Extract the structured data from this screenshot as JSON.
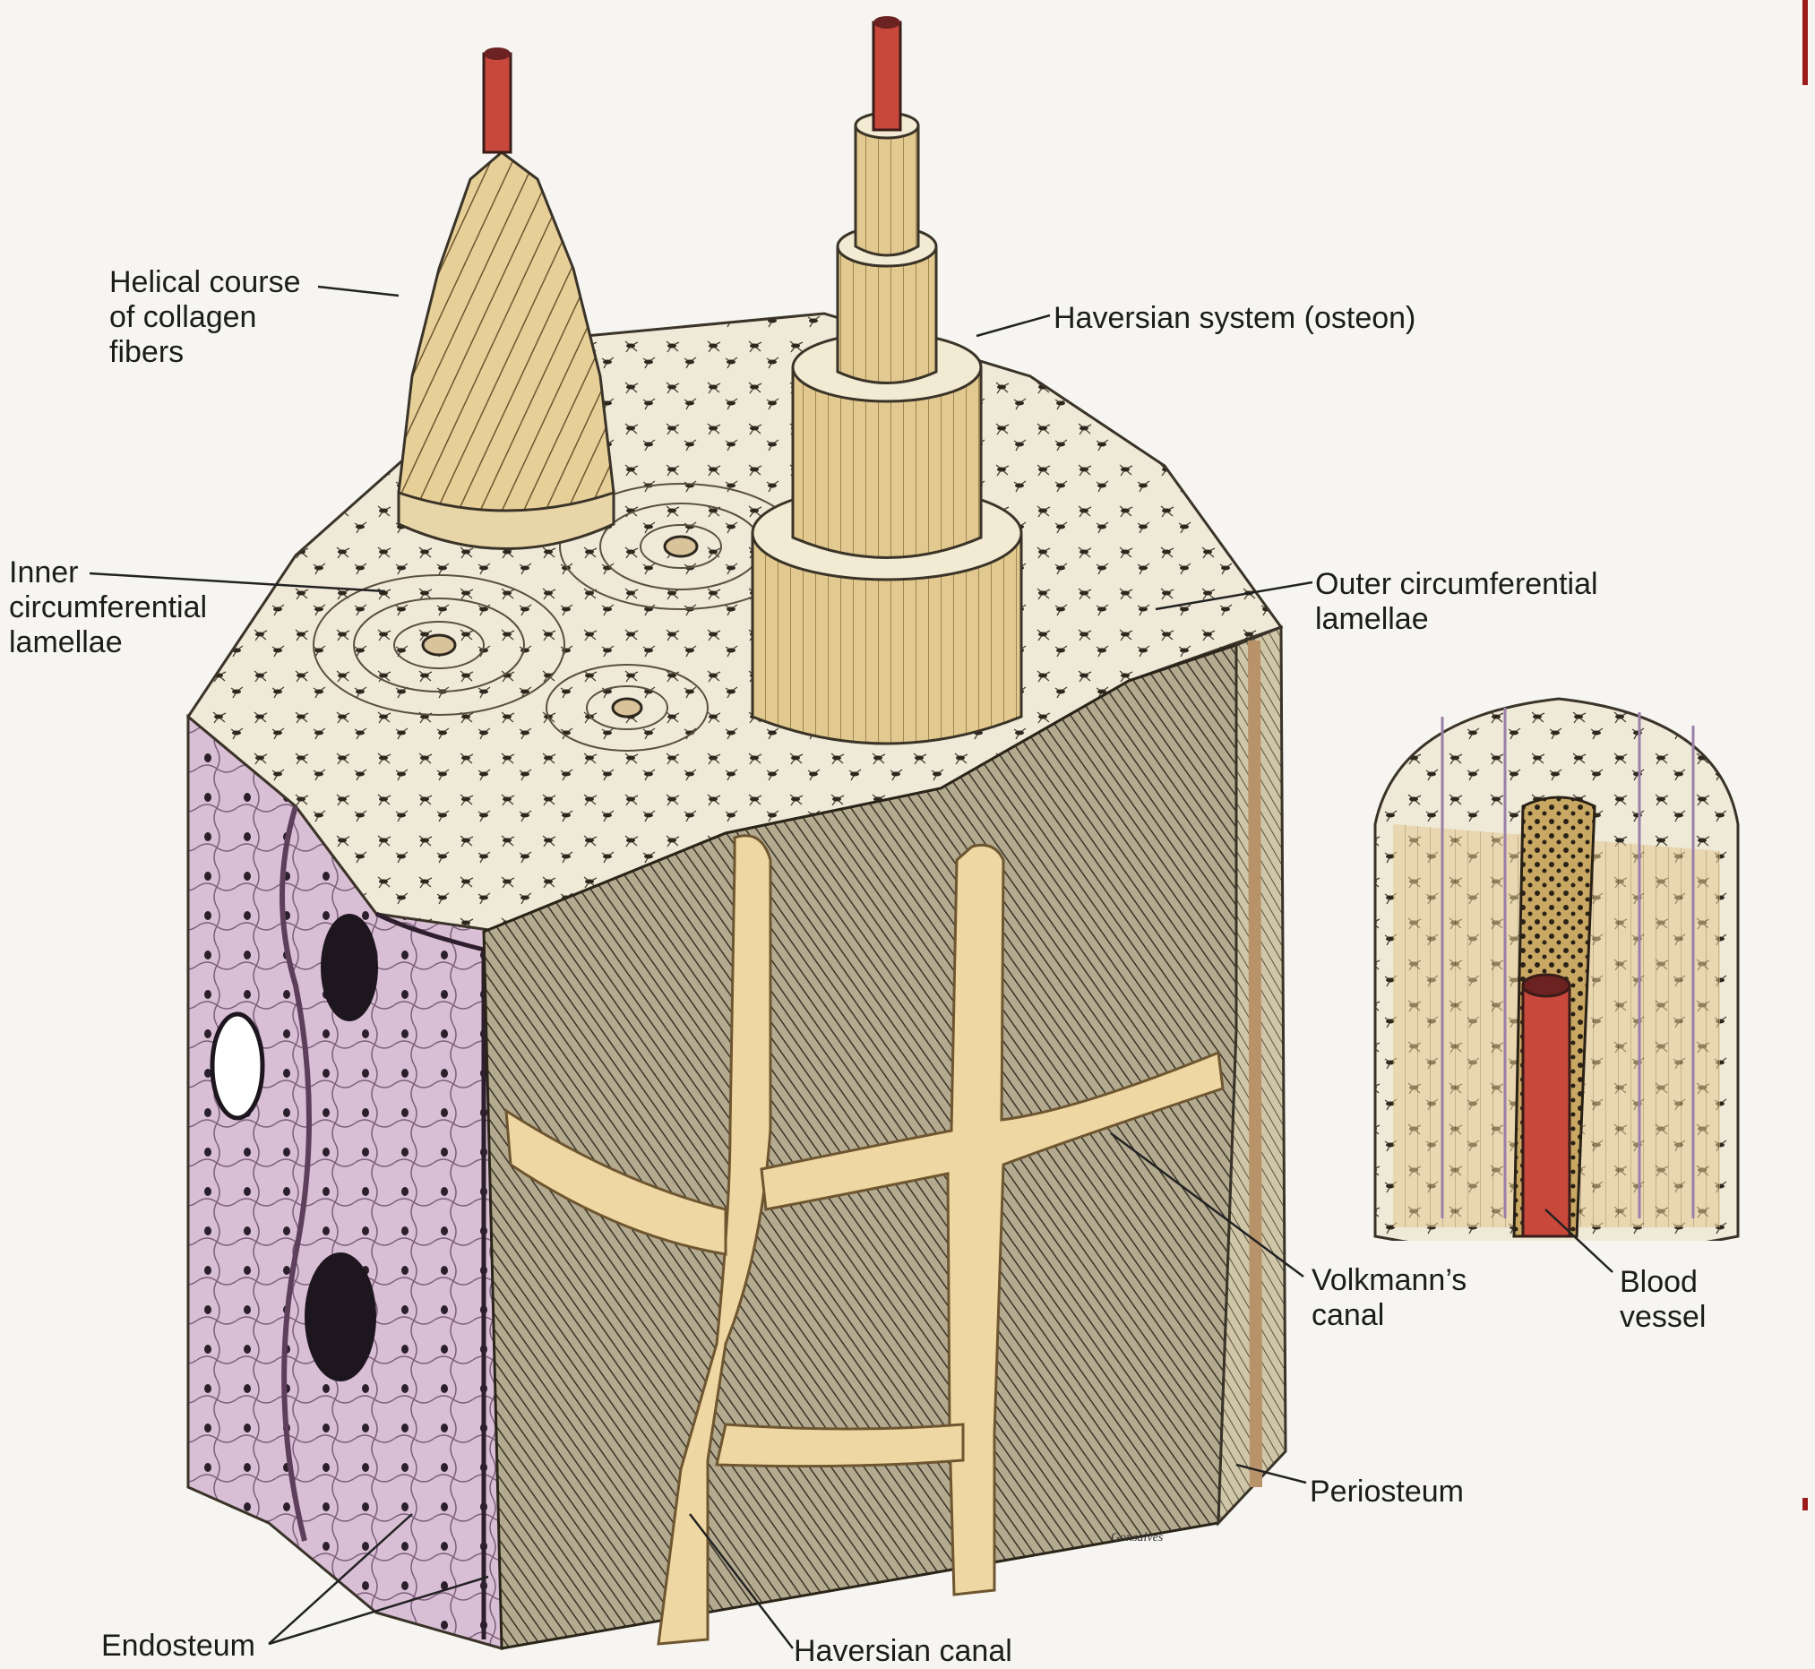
{
  "labels": {
    "helical": [
      "Helical course",
      "of collagen",
      "fibers"
    ],
    "haversian_system": "Haversian system (osteon)",
    "inner_lamellae": [
      "Inner",
      "circumferential",
      "lamellae"
    ],
    "outer_lamellae": [
      "Outer circumferential",
      "lamellae"
    ],
    "volkmann": [
      "Volkmann’s",
      "canal"
    ],
    "blood_vessel": [
      "Blood",
      "vessel"
    ],
    "periosteum": "Periosteum",
    "endosteum": "Endosteum",
    "haversian_canal": "Haversian canal"
  },
  "artist_signature": "Gonsalves",
  "colors": {
    "background": "#f6f5f1",
    "bone_matrix": "#efe9d8",
    "lamella_gold": "#e2c98f",
    "canal_yellow": "#efd7a4",
    "blood_red": "#c9483c",
    "endosteum_pink": "#d9bfd6",
    "hatch_dark": "#3a3328",
    "leader_line": "#222222"
  }
}
